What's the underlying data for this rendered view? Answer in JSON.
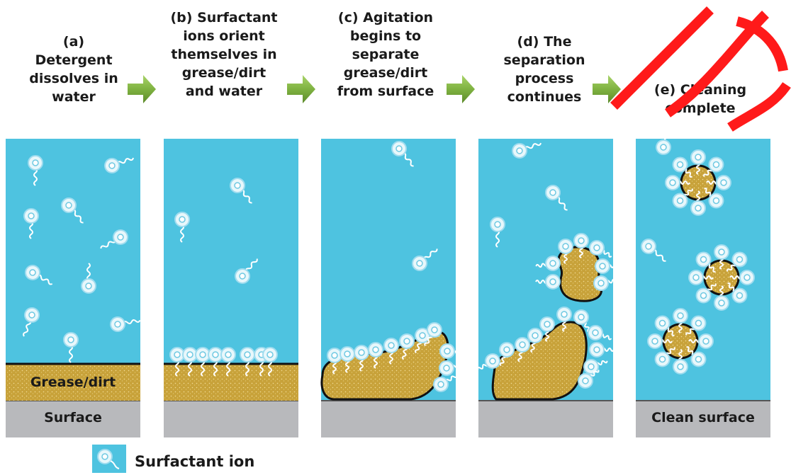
{
  "steps": [
    {
      "caption": [
        "(a)",
        "Detergent",
        "dissolves in",
        "water"
      ]
    },
    {
      "caption": [
        "(b) Surfactant",
        "ions orient",
        "themselves in",
        "grease/dirt",
        "and water"
      ]
    },
    {
      "caption": [
        "(c) Agitation",
        "begins to",
        "separate",
        "grease/dirt",
        "from surface"
      ]
    },
    {
      "caption": [
        "(d) The",
        "separation",
        "process",
        "continues"
      ]
    },
    {
      "caption": [
        "(e) Cleaning",
        "complete"
      ]
    }
  ],
  "labels": {
    "grease": "Grease/dirt",
    "surface": "Surface",
    "clean_surface": "Clean surface",
    "legend": "Surfactant ion"
  },
  "colors": {
    "water": "#4ec3e0",
    "grease": "#c8a23a",
    "surface": "#b8b9bc",
    "arrow": "#7fb241",
    "ion": "#e8f7fb",
    "stamp": "#ff1a1a"
  }
}
